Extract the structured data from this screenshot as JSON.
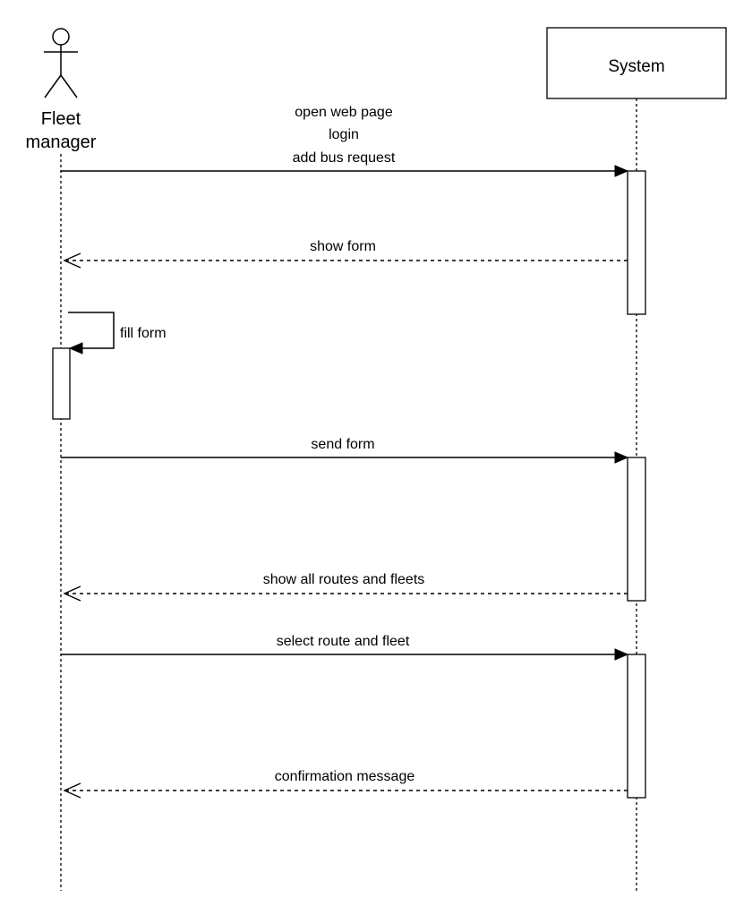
{
  "participants": {
    "actor": {
      "line1": "Fleet",
      "line2": "manager"
    },
    "system": "System"
  },
  "messages": {
    "m1": [
      "open web page",
      "login",
      "add bus request"
    ],
    "m2": "show form",
    "m3": "fill form",
    "m4": "send form",
    "m5": "show all routes and fleets",
    "m6": "select route and fleet",
    "m7": "confirmation message"
  }
}
